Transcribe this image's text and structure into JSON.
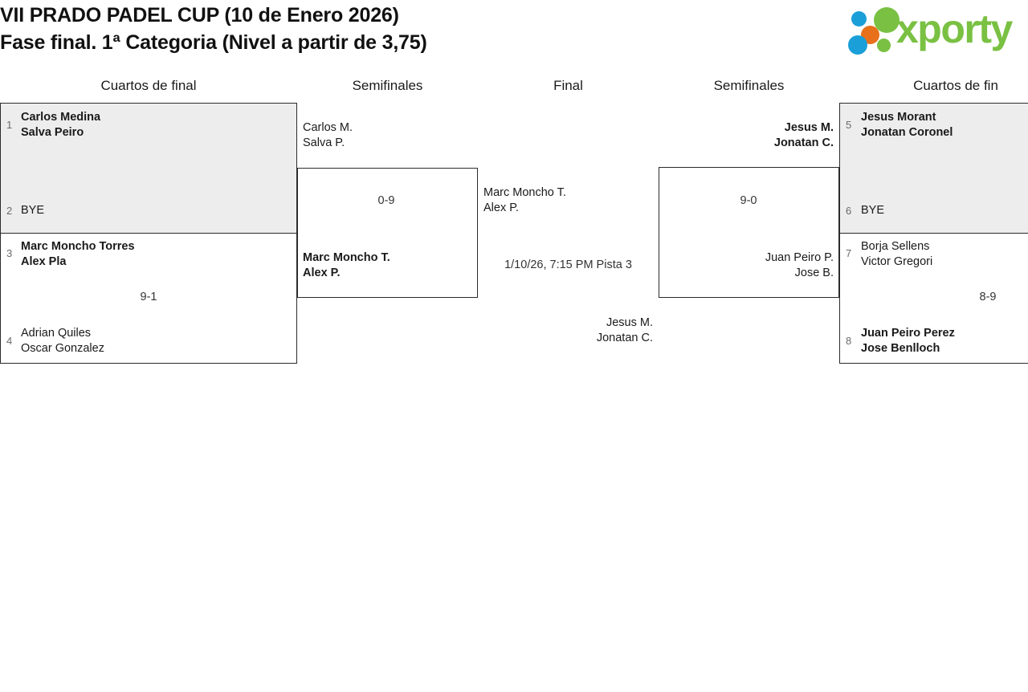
{
  "header": {
    "title_line1": "VII PRADO PADEL CUP (10 de Enero 2026)",
    "title_line2": "Fase final. 1ª Categoria (Nivel a partir de 3,75)",
    "logo_word": "xporty",
    "logo_dots": [
      "blue-dot",
      "orange-dot",
      "blue-dot",
      "green-dot",
      "green-dot"
    ],
    "brand_green": "#7ac143",
    "brand_blue": "#1a9fd9",
    "brand_orange": "#e8701a"
  },
  "rounds": [
    {
      "label": "Cuartos de final"
    },
    {
      "label": "Semifinales"
    },
    {
      "label": "Final"
    },
    {
      "label": "Semifinales"
    },
    {
      "label": "Cuartos de fin"
    }
  ],
  "bracket": {
    "left_quarterfinals": [
      {
        "shaded": true,
        "top": {
          "seed": "1",
          "line1": "Carlos Medina",
          "line2": "Salva Peiro",
          "winner": true
        },
        "bottom": {
          "seed": "2",
          "bye_label": "BYE",
          "winner": false
        },
        "score": ""
      },
      {
        "shaded": false,
        "top": {
          "seed": "3",
          "line1": "Marc Moncho Torres",
          "line2": "Alex Pla",
          "winner": true
        },
        "bottom": {
          "seed": "4",
          "line1": "Adrian Quiles",
          "line2": "Oscar Gonzalez",
          "winner": false
        },
        "score": "9-1"
      }
    ],
    "left_semifinal": {
      "top": {
        "line1": "Carlos M.",
        "line2": "Salva P.",
        "winner": false
      },
      "bottom": {
        "line1": "Marc Moncho T.",
        "line2": "Alex P.",
        "winner": true
      },
      "score": "0-9"
    },
    "final": {
      "top": {
        "line1": "Marc Moncho T.",
        "line2": "Alex P.",
        "winner": false
      },
      "bottom": {
        "line1": "Jesus M.",
        "line2": "Jonatan C.",
        "winner": false
      },
      "schedule": "1/10/26, 7:15 PM Pista 3"
    },
    "right_semifinal": {
      "top": {
        "line1": "Jesus M.",
        "line2": "Jonatan C.",
        "winner": true
      },
      "bottom": {
        "line1": "Juan Peiro P.",
        "line2": "Jose B.",
        "winner": false
      },
      "score": "9-0"
    },
    "right_quarterfinals": [
      {
        "shaded": true,
        "top": {
          "seed": "5",
          "line1": "Jesus Morant",
          "line2": "Jonatan Coronel",
          "winner": true
        },
        "bottom": {
          "seed": "6",
          "bye_label": "BYE",
          "winner": false
        },
        "score": ""
      },
      {
        "shaded": false,
        "top": {
          "seed": "7",
          "line1": "Borja Sellens",
          "line2": "Victor Gregori",
          "winner": false
        },
        "bottom": {
          "seed": "8",
          "line1": "Juan Peiro Perez",
          "line2": "Jose Benlloch",
          "winner": true
        },
        "score": "8-9"
      }
    ]
  }
}
